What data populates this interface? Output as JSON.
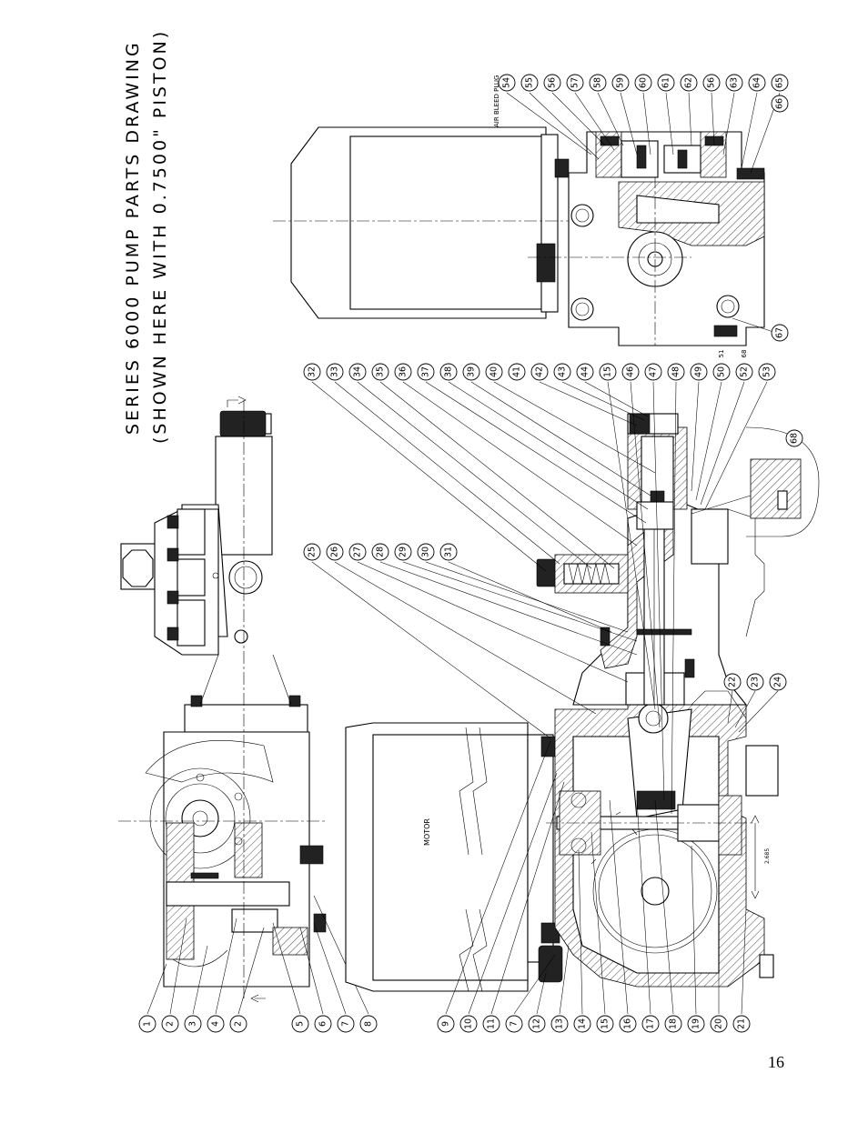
{
  "drawing": {
    "title_line1": "SERIES 6000 PUMP PARTS DRAWING",
    "title_line2": "(SHOWN HERE WITH 0.7500\" PISTON)",
    "motor_label": "MOTOR",
    "air_bleed_label": "AIR BLEED PLUG",
    "dimension_label": "2.685"
  },
  "callouts": {
    "left_view": [
      "1",
      "2",
      "3",
      "4",
      "2",
      "5",
      "6",
      "7",
      "8"
    ],
    "bottom_row": [
      "9",
      "10",
      "11",
      "7",
      "12",
      "13",
      "14",
      "15",
      "16",
      "17",
      "18",
      "19",
      "20",
      "21"
    ],
    "middle_lower": [
      "22",
      "23",
      "24"
    ],
    "middle_row1": [
      "25",
      "26",
      "27",
      "28",
      "29",
      "30",
      "31"
    ],
    "middle_row2": [
      "32",
      "33",
      "34",
      "35",
      "36",
      "37",
      "38",
      "39",
      "40",
      "41",
      "42",
      "43",
      "44",
      "15",
      "46",
      "47",
      "48",
      "49",
      "50",
      "52",
      "53"
    ],
    "detail": [
      "68"
    ],
    "top_row": [
      "54",
      "55",
      "56",
      "57",
      "58",
      "59",
      "60",
      "61",
      "62",
      "56",
      "63",
      "64",
      "65",
      "66"
    ],
    "right_lower": [
      "67"
    ],
    "hyphen_50": "51",
    "hyphen_52": "68"
  },
  "page": {
    "number": "16"
  }
}
